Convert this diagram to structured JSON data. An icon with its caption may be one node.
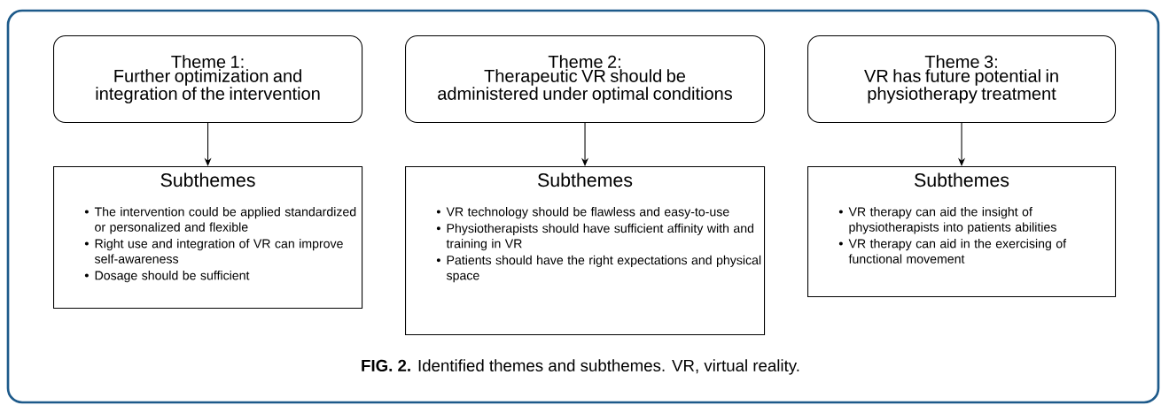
{
  "diagram": {
    "caption": "**FIG. 2.** Identified themes and subthemes. VR, virtual reality.",
    "nodes": [
      {
        "text": [
          "Theme 1:",
          "Further optimization and integration of the intervention"
        ]
      },
      {
        "text": [
          "Subthemes",
          "The intervention could be applied standardized or personalized and flexible",
          "Right use and integration of VR can improve self-awareness",
          "Dosage should be sufficient"
        ]
      },
      {
        "text": [
          "Theme 2:",
          "Therapeutic VR should be administered under optimal conditions"
        ]
      },
      {
        "text": [
          "Subthemes",
          "VR technology should be flawless and easy-to-use",
          "Physiotherapists should have sufficient affinity with and training in VR",
          "Patients should have the right expectations and physical space"
        ]
      },
      {
        "text": [
          "Theme 3:",
          "VR has future potential in physiotherapy treatment"
        ]
      },
      {
        "text": [
          "Subthemes",
          "VR therapy can aid the insight of physiotherapists into patients abilities",
          "VR therapy can aid in the exercising of functional movement"
        ]
      }
    ],
    "edges": [
      {
        "from": 0,
        "to": 1,
        "arrow": "to"
      },
      {
        "from": 2,
        "to": 3,
        "arrow": "to"
      },
      {
        "from": 4,
        "to": 5,
        "arrow": "to"
      }
    ]
  }
}
